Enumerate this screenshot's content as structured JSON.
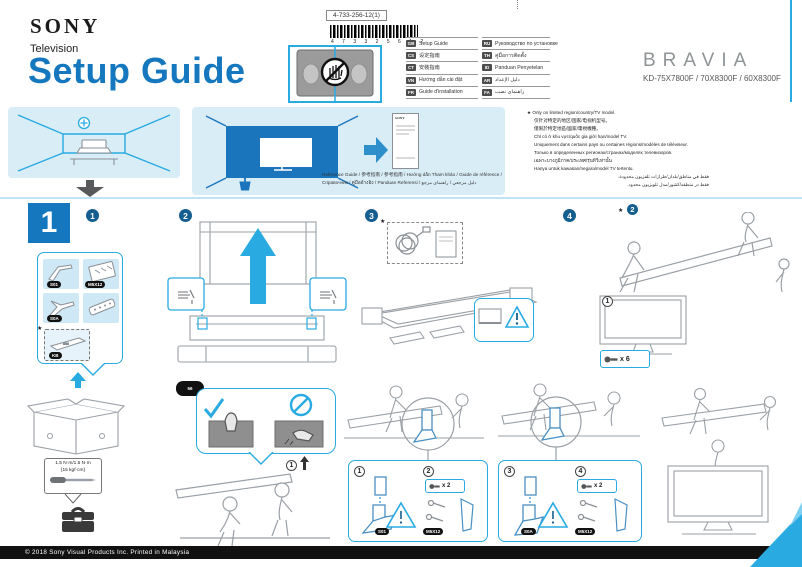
{
  "header": {
    "brand": "SONY",
    "category": "Television",
    "title": "Setup Guide",
    "part_number": "4-733-256-12(1)",
    "barcode_digits": "4 7 3 3 2 5 6 1 2",
    "bravia_logo": "BRAVIA",
    "models": "KD-75X7800F / 70X8300F / 60X8300F"
  },
  "language_table": {
    "left": [
      {
        "code": "GB",
        "label": "Setup Guide"
      },
      {
        "code": "CS",
        "label": "设定指南"
      },
      {
        "code": "CT",
        "label": "安裝指南"
      },
      {
        "code": "VN",
        "label": "Hướng dẫn cài đặt"
      },
      {
        "code": "FR",
        "label": "Guide d'installation"
      }
    ],
    "right": [
      {
        "code": "RU",
        "label": "Руководство по установке"
      },
      {
        "code": "TH",
        "label": "คู่มือการติดตั้ง"
      },
      {
        "code": "ID",
        "label": "Panduan Penyetelan"
      },
      {
        "code": "AR",
        "label": "دليل الإعداد"
      },
      {
        "code": "FA",
        "label": "راهنمای نصب"
      }
    ]
  },
  "reference_panel": {
    "booklet_brand": "SONY",
    "caption": "Reference Guide / 参考指南 / 參考指南 / Hướng dẫn Tham khảo / Guide de référence / Справочник / คู่มืออ้างอิง / Panduan Referensi / دليل مرجعي / راهنمای مرجع"
  },
  "region_note": {
    "lines": [
      "Only on limited region/country/TV model.",
      "仅针对特定的地区/国家/电视机型号。",
      "僅限於特定地區/國家/電視機種。",
      "Chỉ có ở khu vực/quốc gia giới hạn/model TV.",
      "Uniquement dans certains pays ou certaines régions/modèles de téléviseur.",
      "Только в определенных регионах/странах/моделях телевизоров.",
      "เฉพาะบางภูมิภาค/ประเทศ/รุ่นทีวีเท่านั้น",
      "Hanya untuk kawasan/negara/model TV tertentu.",
      "فقط في مناطق/بلدان/طرازات تلفزيون محدودة.",
      "فقط در منطقه/کشور/مدل تلویزیون محدود."
    ]
  },
  "section": {
    "number": "1"
  },
  "steps": {
    "s1": "1",
    "s2": "2",
    "s3": "3",
    "s4": "4",
    "s56": "56"
  },
  "substeps": {
    "n1": "1",
    "n2": "2",
    "n3": "3",
    "n4": "4"
  },
  "parts": {
    "s01": "S01",
    "m5x12": "M5X12",
    "s0a": "S0A",
    "kb": "KB"
  },
  "counts": {
    "x6": "x 6",
    "x2": "x 2"
  },
  "torque": {
    "line1": "1.5 N·m/1.5 N·m",
    "line2": "{15 kgf·cm}"
  },
  "marks": {
    "star": "★"
  },
  "footer": {
    "copyright": "© 2018 Sony Visual Products Inc.   Printed in Malaysia"
  }
}
